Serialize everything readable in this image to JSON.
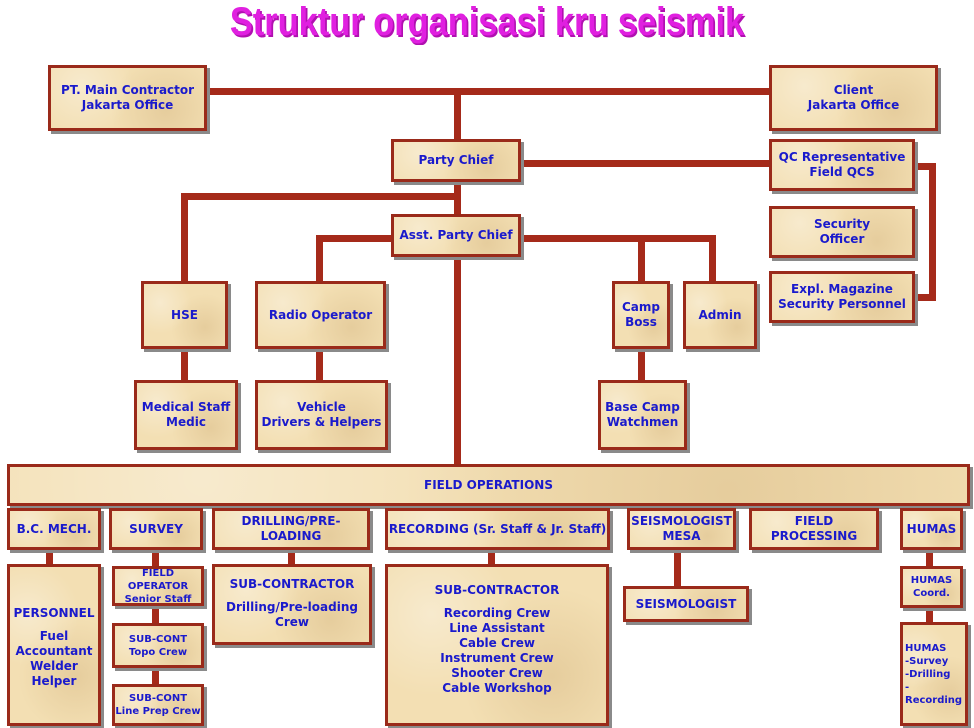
{
  "title": "Struktur organisasi kru seismik",
  "boxes": {
    "main_contractor": "PT. Main Contractor\nJakarta Office",
    "client": "Client\nJakarta Office",
    "party_chief": "Party Chief",
    "qc_rep": "QC Representative\nField QCS",
    "security_officer": "Security\nOfficer",
    "expl_magazine": "Expl. Magazine\nSecurity Personnel",
    "asst_party_chief": "Asst. Party Chief",
    "hse": "HSE",
    "radio_operator": "Radio Operator",
    "camp_boss": "Camp\nBoss",
    "admin": "Admin",
    "medical_staff": "Medical Staff\nMedic",
    "vehicle_drivers": "Vehicle\nDrivers & Helpers",
    "base_camp": "Base Camp\nWatchmen",
    "field_operations": "FIELD OPERATIONS",
    "bc_mech": "B.C. MECH.",
    "survey": "SURVEY",
    "drilling": "DRILLING/PRE-LOADING",
    "recording": "RECORDING (Sr. Staff & Jr. Staff)",
    "seismologist_mesa": "SEISMOLOGIST\nMESA",
    "field_processing": "FIELD PROCESSING",
    "humas": "HUMAS",
    "personnel_title": "PERSONNEL",
    "personnel_list": "Fuel Accountant\nWelder\nHelper",
    "field_operator": "FIELD OPERATOR\nSenior Staff",
    "subcont_topo": "SUB-CONT\nTopo Crew",
    "subcont_lineprep": "SUB-CONT\nLine Prep Crew",
    "drilling_sub_title": "SUB-CONTRACTOR",
    "drilling_sub_detail": "Drilling/Pre-loading\nCrew",
    "recording_sub_title": "SUB-CONTRACTOR",
    "recording_sub_list": "Recording Crew\nLine Assistant\nCable Crew\nInstrument Crew\nShooter Crew\nCable Workshop",
    "seismologist": "SEISMOLOGIST",
    "humas_coord": "HUMAS\nCoord.",
    "humas_list": "HUMAS\n-Survey\n-Drilling\n-Recording"
  }
}
